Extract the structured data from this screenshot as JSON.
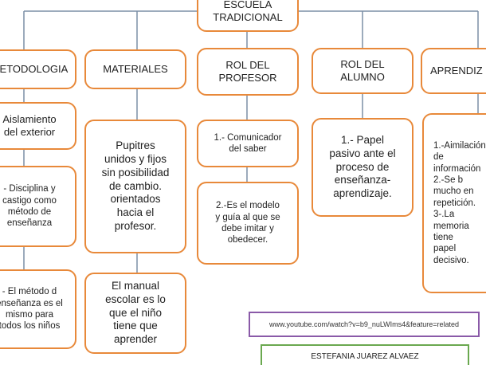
{
  "root": {
    "title": "ESCUELA\nTRADICIONAL"
  },
  "columns": [
    {
      "header": "METODOLOGIA",
      "items": [
        "Aislamiento\ndel exterior",
        "- Disciplina y\ncastigo como\nmétodo de\nenseñanza",
        "- El método d\nenseñanza es el\nmismo para\ntodos los niños"
      ]
    },
    {
      "header": "MATERIALES",
      "items": [
        "Pupitres\nunidos y fijos\nsin posibilidad\nde cambio.\norientados\nhacia el\nprofesor.",
        "El manual\nescolar es lo\nque el niño\ntiene que\naprender"
      ]
    },
    {
      "header": "ROL DEL\nPROFESOR",
      "items": [
        "1.- Comunicador\ndel saber",
        "2.-Es el modelo\ny guía al que se\ndebe imitar y\nobedecer."
      ]
    },
    {
      "header": "ROL DEL\nALUMNO",
      "items": [
        "1.- Papel\npasivo ante el\nproceso de\nenseñanza-\naprendizaje."
      ]
    },
    {
      "header": "APRENDIZ",
      "items": [
        "1.-Aimilación\nde\ninformación\n2.-Se        b\nmucho    en\nrepetición.\n3-.La\nmemoria\ntiene\npapel\ndecisivo."
      ]
    }
  ],
  "footer": {
    "link": "www.youtube.com/watch?v=b9_nuLWIms4&feature=related",
    "author": "ESTEFANIA JUAREZ ALVAEZ"
  },
  "colors": {
    "box_border": "#e8893a",
    "connector": "#7b8fa6",
    "link_border": "#8a5aa8",
    "name_border": "#6aa84f"
  }
}
